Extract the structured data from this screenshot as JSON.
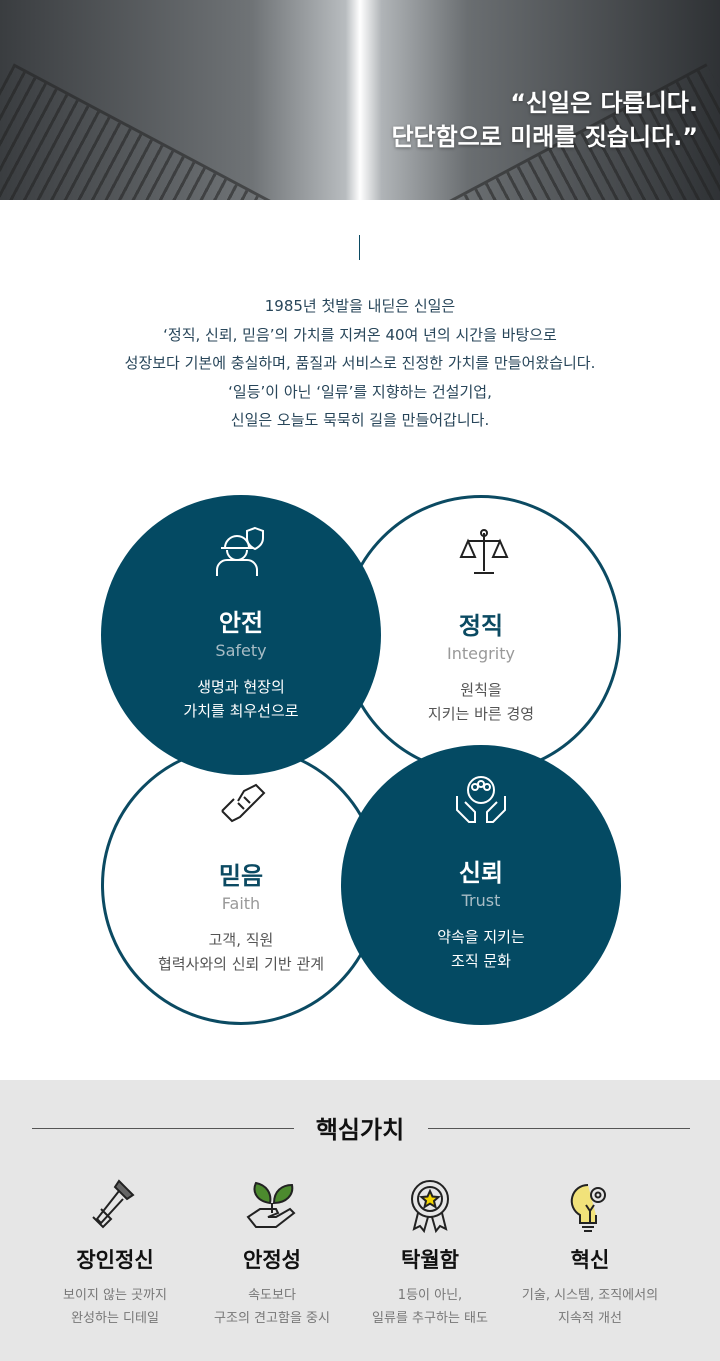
{
  "hero": {
    "quote_line1": "“신일은 다릅니다.",
    "quote_line2": "단단함으로 미래를 짓습니다.”"
  },
  "intro": [
    "1985년 첫발을 내딛은 신일은",
    "‘정직, 신뢰, 믿음’의 가치를 지켜온 40여 년의 시간을 바탕으로",
    "성장보다 기본에 충실하며, 품질과 서비스로 진정한 가치를 만들어왔습니다.",
    "‘일등’이 아닌 ‘일류’를 지향하는 건설기업,",
    "신일은 오늘도 묵묵히 길을 만들어갑니다."
  ],
  "values": [
    {
      "title": "안전",
      "en": "Safety",
      "desc1": "생명과 현장의",
      "desc2": "가치를 최우선으로",
      "icon": "worker-shield-icon"
    },
    {
      "title": "정직",
      "en": "Integrity",
      "desc1": "원칙을",
      "desc2": "지키는 바른 경영",
      "icon": "scale-icon"
    },
    {
      "title": "믿음",
      "en": "Faith",
      "desc1": "고객, 직원",
      "desc2": "협력사와의 신뢰 기반 관계",
      "icon": "handshake-icon"
    },
    {
      "title": "신뢰",
      "en": "Trust",
      "desc1": "약속을 지키는",
      "desc2": "조직 문화",
      "icon": "hands-people-icon"
    }
  ],
  "core": {
    "title": "핵심가치",
    "items": [
      {
        "title": "장인정신",
        "desc1": "보이지 않는 곳까지",
        "desc2": "완성하는 디테일",
        "icon": "hammer-icon"
      },
      {
        "title": "안정성",
        "desc1": "속도보다",
        "desc2": "구조의 견고함을 중시",
        "icon": "plant-hand-icon"
      },
      {
        "title": "탁월함",
        "desc1": "1등이 아닌,",
        "desc2": "일류를 추구하는 태도",
        "icon": "medal-star-icon"
      },
      {
        "title": "혁신",
        "desc1": "기술, 시스템, 조직에서의",
        "desc2": "지속적 개선",
        "icon": "lightbulb-gear-icon"
      }
    ]
  },
  "colors": {
    "primary": "#044a63",
    "core_bg": "#e6e6e6"
  }
}
